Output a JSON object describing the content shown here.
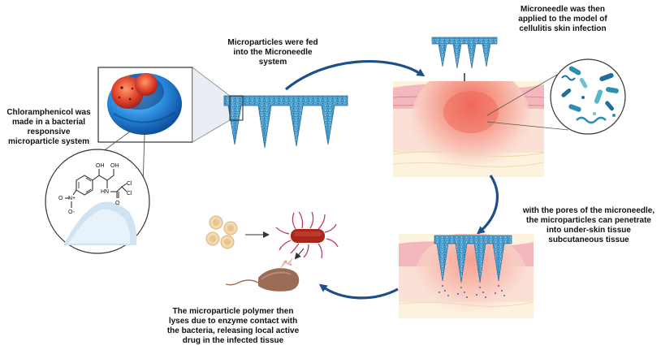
{
  "labels": {
    "chloramphenicol": "Chloramphenicol was made in a bacterial responsive microparticle system",
    "fed": "Microparticles were fed into the Microneedle system",
    "applied": "Microneedle was then applied to the model of cellulitis skin infection",
    "pores": "with the pores of the microneedle, the microparticles can penetrate into under-skin tissue subcutaneous tissue",
    "lyses": "The microparticle polymer then lyses due to enzyme contact with the bacteria, releasing local active drug in the infected tissue"
  },
  "molecule": {
    "oh_top_left": "OH",
    "oh_top_right": "OH",
    "cl_1": "Cl",
    "cl_2": "Cl",
    "hn": "HN",
    "o_carbonyl": "O",
    "o_nitro": "O",
    "n_plus": "N+",
    "o_minus": "O-"
  },
  "colors": {
    "needle": "#4a9fd0",
    "needle_dark": "#2a6f9e",
    "arrow": "#1e4f8a",
    "sphere_outer": "#1f7fd6",
    "sphere_core": "#d83a2a",
    "skin_top": "#f3b7bd",
    "skin_mid": "#fbe2d8",
    "skin_fat": "#fdf3dd",
    "infection": "#f07a6a",
    "bacteria": "#a8261a"
  }
}
